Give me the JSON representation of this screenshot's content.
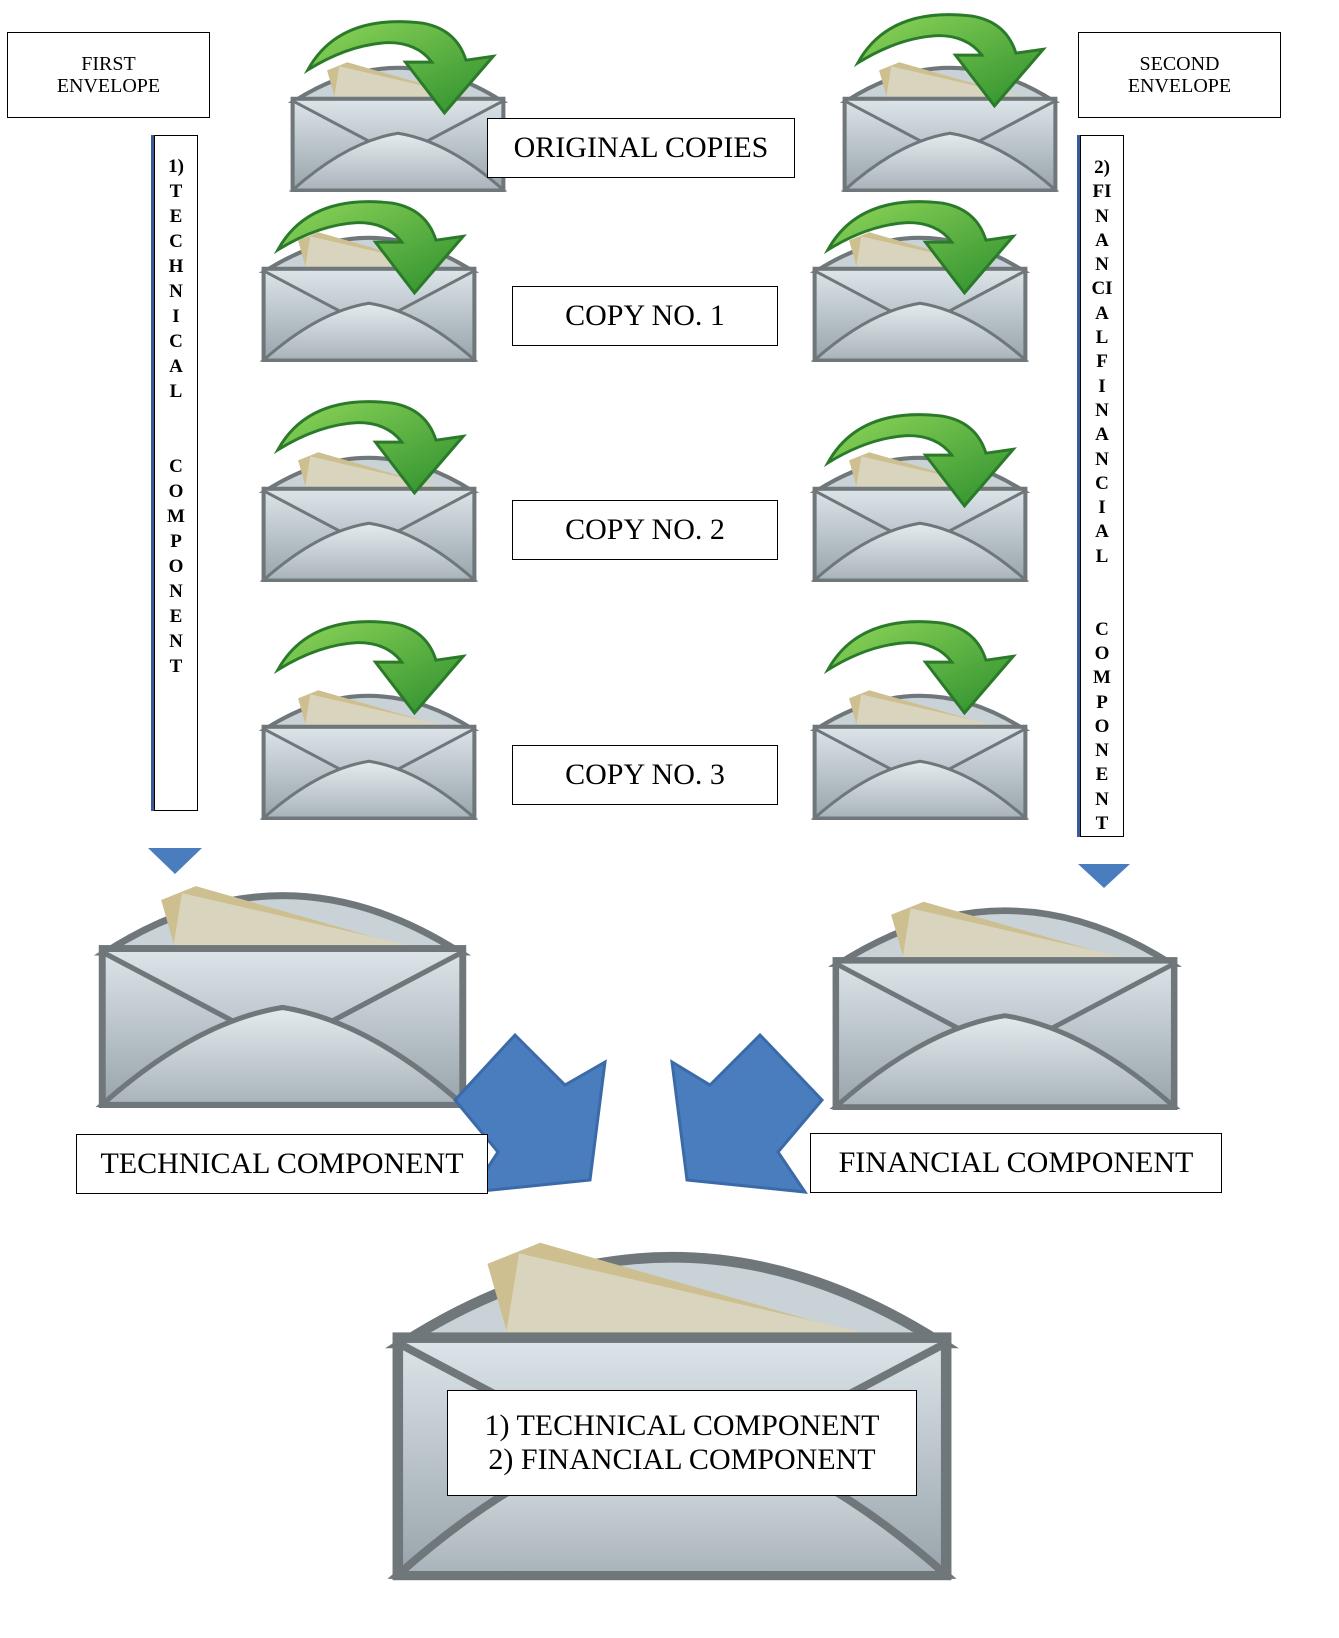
{
  "envelope_labels": {
    "first": "FIRST\nENVELOPE",
    "second": "SECOND\nENVELOPE"
  },
  "copy_labels": {
    "original": "ORIGINAL COPIES",
    "copy1": "COPY NO. 1",
    "copy2": "COPY NO. 2",
    "copy3": "COPY NO. 3"
  },
  "vertical_labels": {
    "technical": "1)\nT\nE\nC\nH\nN\nI\nC\nA\nL\n\n\nC\nO\nM\nP\nO\nN\nE\nN\nT",
    "financial": "2)\nFI\nN\nA\nN\nCI\nA\nL\nF\nI\nN\nA\nN\nC\nI\nA\nL\n\n\nC\nO\nM\nP\nO\nN\nE\nN\nT"
  },
  "component_labels": {
    "technical": "TECHNICAL COMPONENT",
    "financial": "FINANCIAL COMPONENT"
  },
  "final_box": {
    "line1": "1) TECHNICAL COMPONENT",
    "line2": "2) FINANCIAL COMPONENT"
  },
  "colors": {
    "arrow_green": "#3aa53a",
    "arrow_blue": "#4a7dbd",
    "envelope": "#b4c0c6",
    "paper": "#d9d4bd"
  }
}
